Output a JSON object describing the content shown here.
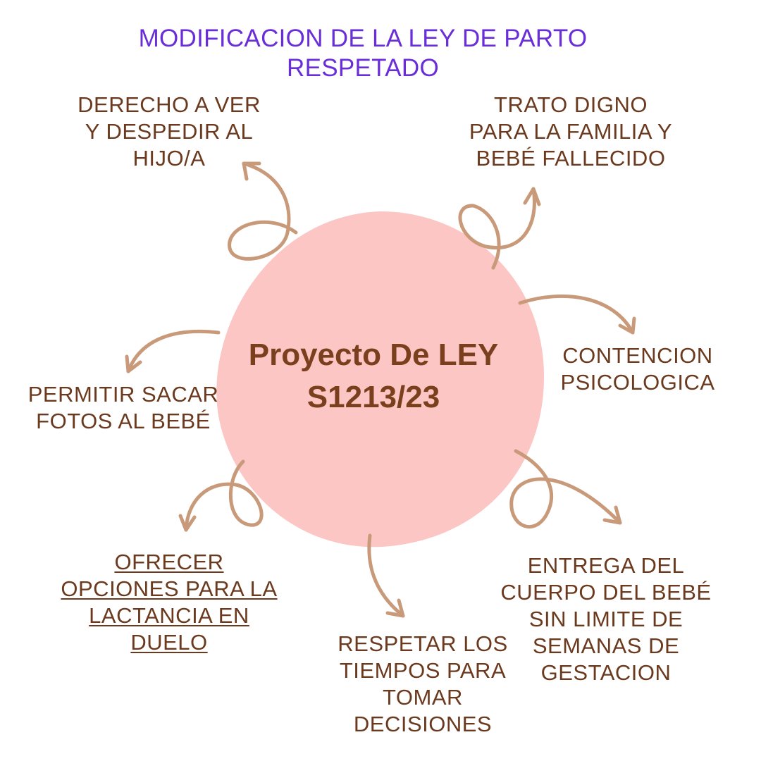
{
  "title": {
    "line1": "MODIFICACION DE LA LEY DE PARTO",
    "line2": "RESPETADO"
  },
  "center": {
    "line1": "Proyecto De LEY",
    "line2": "S1213/23"
  },
  "colors": {
    "title": "#6a2ed8",
    "circle": "#fbc6c4",
    "center_text": "#7a3f1d",
    "label_text": "#6b3a1e",
    "arrow": "#c89a7a"
  },
  "items": [
    {
      "id": "derecho",
      "lines": [
        "DERECHO A VER",
        "Y DESPEDIR AL",
        "HIJO/A"
      ]
    },
    {
      "id": "trato",
      "lines": [
        "TRATO DIGNO",
        "PARA LA FAMILIA Y",
        "BEBÉ FALLECIDO"
      ]
    },
    {
      "id": "conten",
      "lines": [
        "CONTENCION",
        "PSICOLOGICA"
      ]
    },
    {
      "id": "fotos",
      "lines": [
        "PERMITIR SACAR",
        "FOTOS AL BEBÉ"
      ]
    },
    {
      "id": "ofrecer",
      "lines": [
        "OFRECER",
        "OPCIONES PARA LA",
        "LACTANCIA EN",
        "DUELO"
      ]
    },
    {
      "id": "respetar",
      "lines": [
        "RESPETAR LOS",
        "TIEMPOS PARA",
        "TOMAR",
        "DECISIONES"
      ]
    },
    {
      "id": "entrega",
      "lines": [
        "ENTREGA DEL",
        "CUERPO DEL BEBÉ",
        "SIN LIMITE DE",
        "SEMANAS DE",
        "GESTACION"
      ]
    }
  ]
}
